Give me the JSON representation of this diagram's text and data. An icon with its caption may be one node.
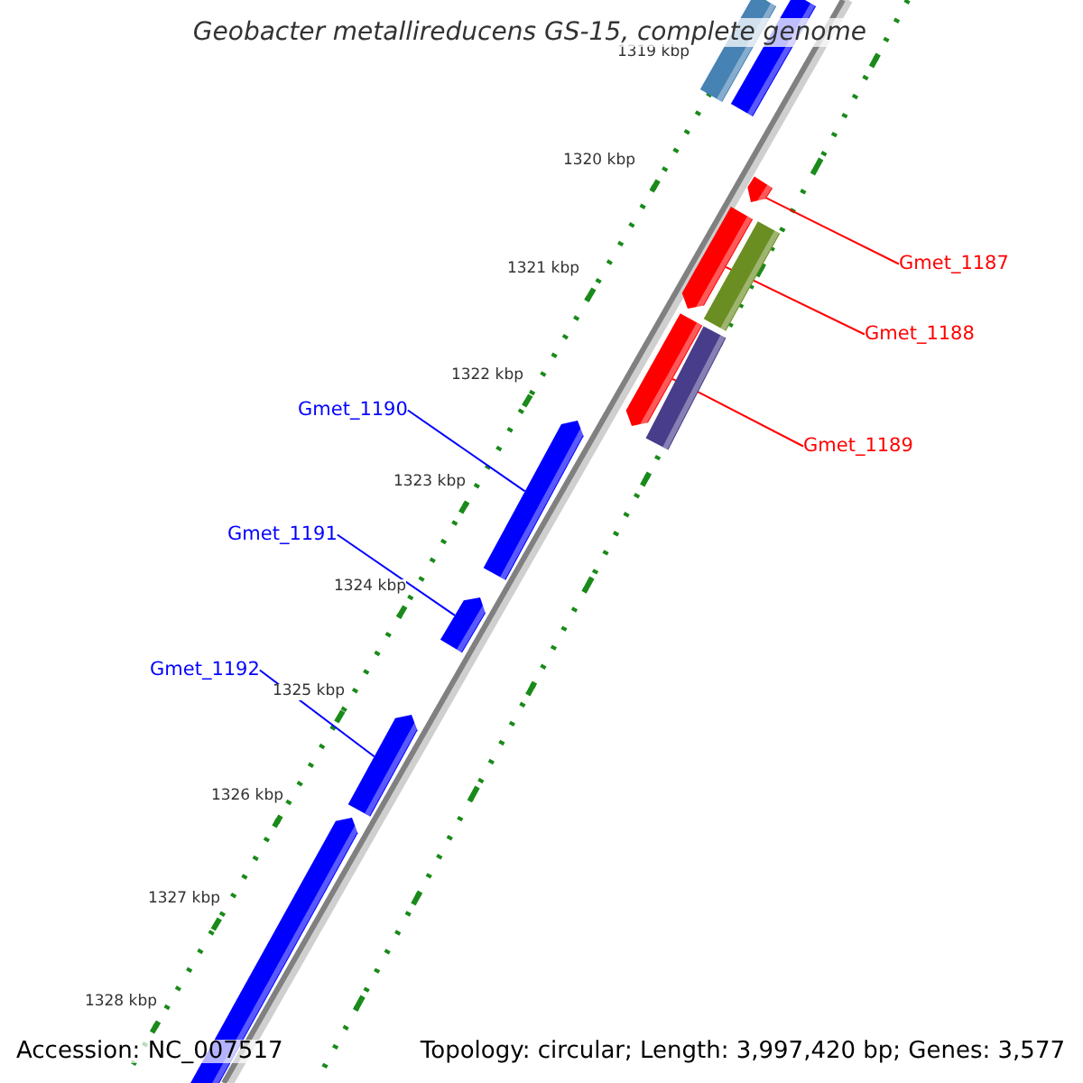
{
  "diagram": {
    "title": "Geobacter metallireducens GS-15, complete genome",
    "nodes": [
      {
        "text": [
          "Gmet_1187"
        ]
      },
      {
        "text": [],
        "shape": "bar"
      },
      {
        "text": [
          "Gmet_1188"
        ]
      },
      {
        "text": [],
        "shape": "bar"
      },
      {
        "text": [
          "Gmet_1189"
        ]
      },
      {
        "text": [],
        "shape": "bar"
      },
      {
        "text": [
          "Gmet_1190"
        ]
      },
      {
        "text": [],
        "shape": "bar"
      },
      {
        "text": [
          "Gmet_1191"
        ]
      },
      {
        "text": [],
        "shape": "bar"
      },
      {
        "text": [
          "Gmet_1192"
        ]
      },
      {
        "text": [],
        "shape": "bar"
      }
    ],
    "edges": [
      {
        "from": 0,
        "to": 1,
        "arrow": "none"
      },
      {
        "from": 2,
        "to": 3,
        "arrow": "none"
      },
      {
        "from": 4,
        "to": 5,
        "arrow": "none"
      },
      {
        "from": 6,
        "to": 7,
        "arrow": "none",
        "color": "#0000ff"
      },
      {
        "from": 8,
        "to": 9,
        "arrow": "none",
        "color": "#0000ff"
      },
      {
        "from": 10,
        "to": 11,
        "arrow": "none",
        "color": "#0000ff"
      }
    ],
    "labels": [
      "1319 kbp",
      "1320 kbp",
      "1321 kbp",
      "1322 kbp",
      "1323 kbp",
      "1324 kbp",
      "1325 kbp",
      "1326 kbp",
      "1327 kbp",
      "1328 kbp",
      "Accession: NC_007517",
      "Topology: circular; Length: 3,997,420 bp; Genes: 3,577"
    ]
  }
}
